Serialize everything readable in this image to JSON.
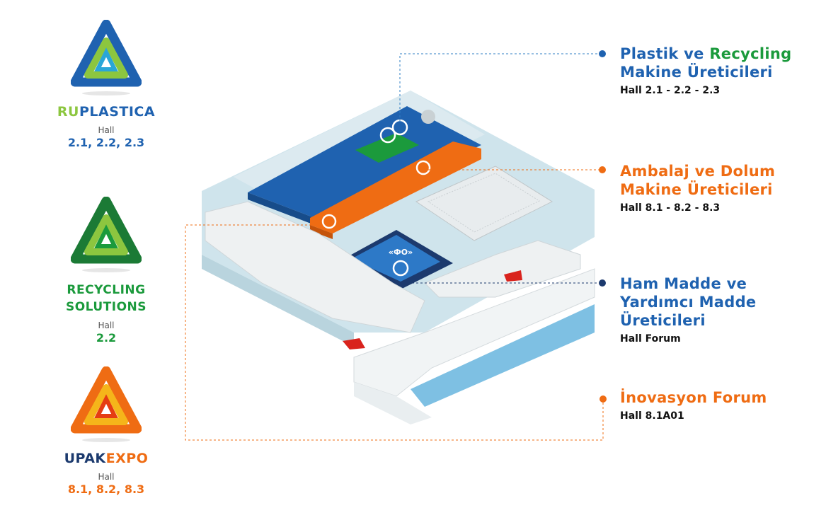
{
  "brands": [
    {
      "name_a": "RU",
      "name_b": "PLASTICA",
      "hall_label": "Hall",
      "halls": "2.1, 2.2, 2.3"
    },
    {
      "name_a": "RECYCLING",
      "name_b": "SOLUTIONS",
      "hall_label": "Hall",
      "halls": "2.2"
    },
    {
      "name_a": "UPAK",
      "name_b": "EXPO",
      "hall_label": "Hall",
      "halls": "8.1, 8.2, 8.3"
    }
  ],
  "legend": [
    {
      "title_a": "Plastik ve ",
      "title_b": "Recycling",
      "title_c": "Makine Üreticileri",
      "sub": "Hall 2.1 - 2.2 - 2.3"
    },
    {
      "title_a": "Ambalaj ve Dolum",
      "title_c": "Makine Üreticileri",
      "sub": "Hall 8.1 - 8.2 - 8.3"
    },
    {
      "title_a": "Ham Madde ve",
      "title_b": "Yardımcı Madde",
      "title_c": "Üreticileri",
      "sub": "Hall Forum"
    },
    {
      "title_a": "İnovasyon Forum",
      "sub": "Hall 8.1A01"
    }
  ],
  "map": {
    "forum_label": "«ФО»"
  },
  "colors": {
    "blue": "#1f62b0",
    "green": "#1b9a3c",
    "orange": "#ef6c13",
    "navy": "#1c3a6e",
    "lime": "#8cc63f",
    "yellow": "#f5b51a"
  },
  "icons": [
    "triangle-knot-logo-icon",
    "circle-marker-icon",
    "entrance-arrow-icon"
  ]
}
